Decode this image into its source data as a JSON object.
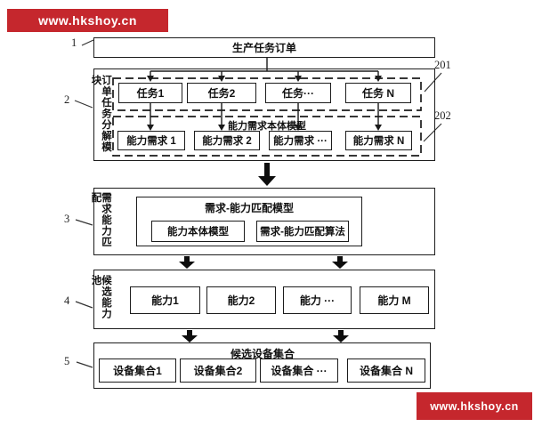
{
  "watermark": {
    "text": "www.hkshoy.cn",
    "bg_color": "#c5272d",
    "text_color": "#ffffff"
  },
  "refs": {
    "r1": "1",
    "r2": "2",
    "r3": "3",
    "r4": "4",
    "r5": "5",
    "r201": "201",
    "r202": "202"
  },
  "flow": {
    "order_box": "生产任务订单",
    "decompose_module": {
      "side_label": "订单任务分解模块",
      "tasks": [
        "任务1",
        "任务2",
        "任务···",
        "任务 N"
      ],
      "requirement_model_title": "能力需求本体模型",
      "requirements": [
        "能力需求 1",
        "能力需求 2",
        "能力需求 ···",
        "能力需求 N"
      ]
    },
    "matching_module": {
      "side_label": "需求能力匹配",
      "model_title": "需求-能力匹配模型",
      "ontology_box": "能力本体模型",
      "algorithm_box": "需求-能力匹配算法"
    },
    "capability_pool": {
      "side_label": "候选能力池",
      "items": [
        "能力1",
        "能力2",
        "能力 ···",
        "能力 M"
      ]
    },
    "device_sets": {
      "title": "候选设备集合",
      "items": [
        "设备集合1",
        "设备集合2",
        "设备集合 ···",
        "设备集合 N"
      ]
    }
  }
}
